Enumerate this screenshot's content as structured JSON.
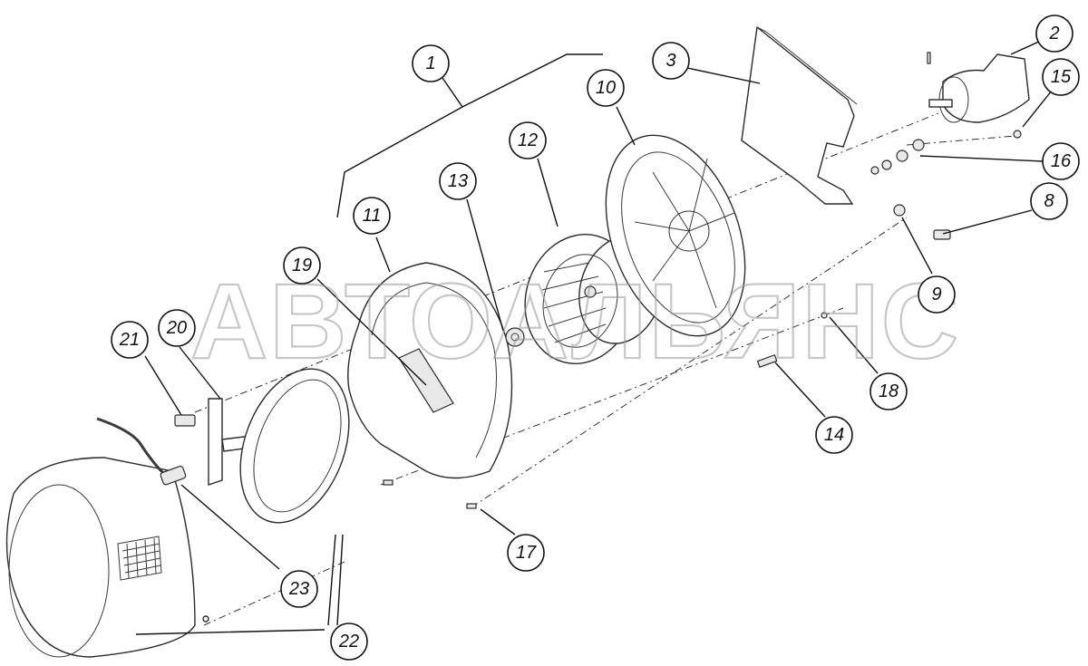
{
  "watermark": "АВТОАЛЬЯНС",
  "callouts": [
    {
      "label": "1"
    },
    {
      "label": "2"
    },
    {
      "label": "3"
    },
    {
      "label": "8"
    },
    {
      "label": "9"
    },
    {
      "label": "10"
    },
    {
      "label": "11"
    },
    {
      "label": "12"
    },
    {
      "label": "13"
    },
    {
      "label": "14"
    },
    {
      "label": "15"
    },
    {
      "label": "16"
    },
    {
      "label": "17"
    },
    {
      "label": "18"
    },
    {
      "label": "19"
    },
    {
      "label": "20"
    },
    {
      "label": "21"
    },
    {
      "label": "22"
    },
    {
      "label": "23"
    }
  ]
}
